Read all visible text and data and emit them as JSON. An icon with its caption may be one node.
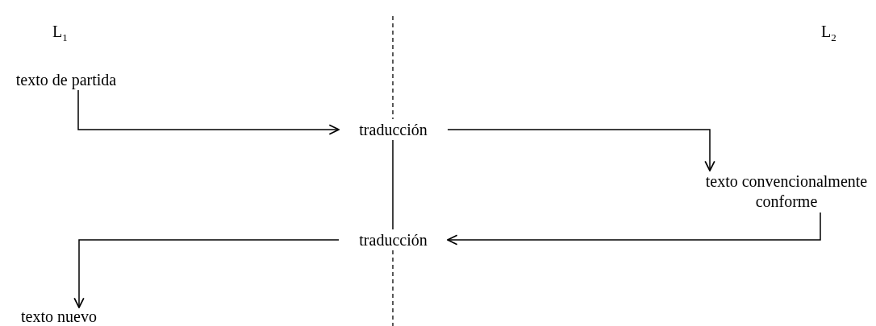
{
  "diagram": {
    "nodes": [
      {
        "text": [
          "texto de partida"
        ]
      },
      {
        "text": [
          "traducción"
        ]
      },
      {
        "text": [
          "texto convencionalmente conforme"
        ]
      },
      {
        "text": [
          "traducción"
        ]
      },
      {
        "text": [
          "texto nuevo"
        ]
      }
    ],
    "edges": [
      {
        "from": 0,
        "to": 1,
        "arrow": "to"
      },
      {
        "from": 1,
        "to": 2,
        "arrow": "to"
      },
      {
        "from": 2,
        "to": 3,
        "arrow": "to"
      },
      {
        "from": 3,
        "to": 4,
        "arrow": "to"
      },
      {
        "from": 1,
        "to": 3,
        "arrow": "none"
      }
    ],
    "labels": [
      "L$_{1}$",
      "L$_{2}$"
    ]
  }
}
